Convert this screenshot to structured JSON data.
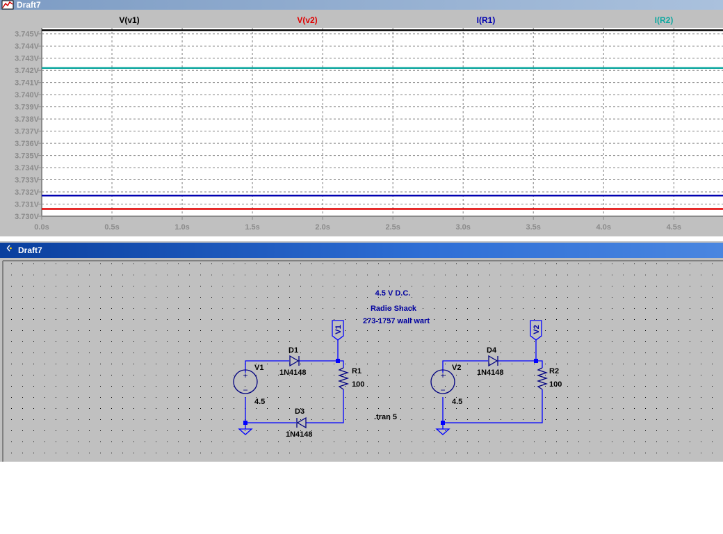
{
  "plot_window": {
    "title": "Draft7"
  },
  "chart_data": {
    "type": "line",
    "title": "",
    "xlabel": "",
    "ylabel": "",
    "xlim": [
      0,
      4.85
    ],
    "ylim": [
      3.73,
      3.7455
    ],
    "x_ticks": [
      "0.0s",
      "0.5s",
      "1.0s",
      "1.5s",
      "2.0s",
      "2.5s",
      "3.0s",
      "3.5s",
      "4.0s",
      "4.5s"
    ],
    "x_tick_values": [
      0,
      0.5,
      1.0,
      1.5,
      2.0,
      2.5,
      3.0,
      3.5,
      4.0,
      4.5
    ],
    "y_ticks": [
      "3.745V",
      "3.744V",
      "3.743V",
      "3.742V",
      "3.741V",
      "3.740V",
      "3.739V",
      "3.738V",
      "3.737V",
      "3.736V",
      "3.735V",
      "3.734V",
      "3.733V",
      "3.732V",
      "3.731V",
      "3.730V"
    ],
    "y_tick_values": [
      3.745,
      3.744,
      3.743,
      3.742,
      3.741,
      3.74,
      3.739,
      3.738,
      3.737,
      3.736,
      3.735,
      3.734,
      3.733,
      3.732,
      3.731,
      3.73
    ],
    "grid": true,
    "legend": "top",
    "series": [
      {
        "name": "V(v1)",
        "color": "#000000",
        "x": [
          0,
          4.85
        ],
        "y": [
          3.7453,
          3.7453
        ]
      },
      {
        "name": "V(v2)",
        "color": "#e00000",
        "x": [
          0,
          4.85
        ],
        "y": [
          3.7306,
          3.7306
        ]
      },
      {
        "name": "I(R1)",
        "color": "#0000b0",
        "x": [
          0,
          4.85
        ],
        "y": [
          3.7317,
          3.7317
        ]
      },
      {
        "name": "I(R2)",
        "color": "#10a8a0",
        "x": [
          0,
          4.85
        ],
        "y": [
          3.7422,
          3.7422
        ]
      }
    ]
  },
  "schematic_window": {
    "title": "Draft7",
    "comments": {
      "line1": "4.5 V D.C.",
      "line2": "Radio Shack",
      "line3": "273-1757 wall wart"
    },
    "directive": ".tran 5",
    "components": {
      "V1": {
        "name": "V1",
        "value": "4.5"
      },
      "V2": {
        "name": "V2",
        "value": "4.5"
      },
      "D1": {
        "name": "D1",
        "model": "1N4148"
      },
      "D3": {
        "name": "D3",
        "model": "1N4148"
      },
      "D4": {
        "name": "D4",
        "model": "1N4148"
      },
      "R1": {
        "name": "R1",
        "value": "100"
      },
      "R2": {
        "name": "R2",
        "value": "100"
      }
    },
    "net_labels": {
      "v1": "V1",
      "v2": "V2"
    },
    "colors": {
      "wire": "#0000ff",
      "component": "#000080",
      "background": "#c0c0c0"
    }
  }
}
